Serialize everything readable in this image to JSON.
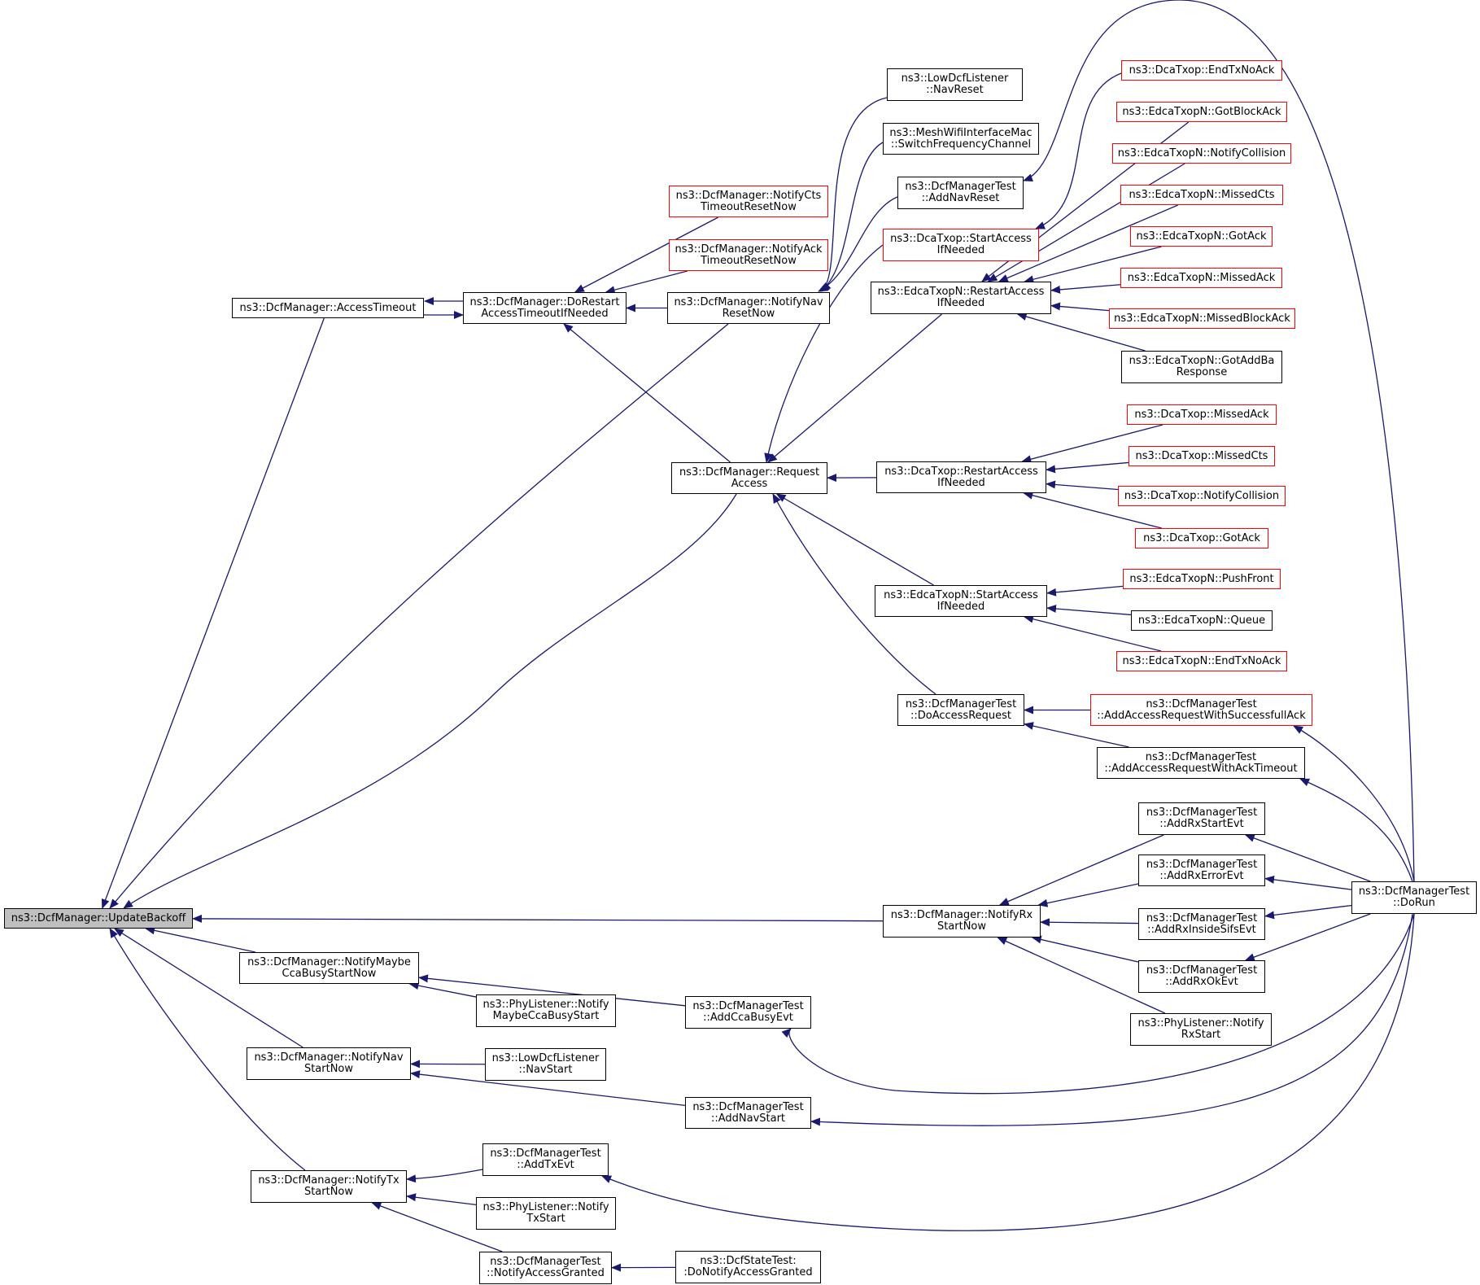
{
  "colors": {
    "edge": "#191970",
    "default_border": "#000000",
    "red_border": "#ff0000",
    "root_fill": "#bfbfbf",
    "background": "#ffffff"
  },
  "nodes": [
    {
      "id": "update-backoff",
      "label": "ns3::DcfManager::UpdateBackoff",
      "style": "root"
    },
    {
      "id": "access-timeout",
      "label": "ns3::DcfManager::AccessTimeout",
      "style": "black"
    },
    {
      "id": "do-restart",
      "label": "ns3::DcfManager::DoRestart\nAccessTimeoutIfNeeded",
      "style": "black"
    },
    {
      "id": "notify-cts-timeout",
      "label": "ns3::DcfManager::NotifyCts\nTimeoutResetNow",
      "style": "red"
    },
    {
      "id": "notify-ack-timeout",
      "label": "ns3::DcfManager::NotifyAck\nTimeoutResetNow",
      "style": "red"
    },
    {
      "id": "notify-nav-reset",
      "label": "ns3::DcfManager::NotifyNav\nResetNow",
      "style": "black"
    },
    {
      "id": "low-dcf-navreset",
      "label": "ns3::LowDcfListener\n::NavReset",
      "style": "black"
    },
    {
      "id": "mesh-switch",
      "label": "ns3::MeshWifiInterfaceMac\n::SwitchFrequencyChannel",
      "style": "black"
    },
    {
      "id": "test-add-nav-reset",
      "label": "ns3::DcfManagerTest\n::AddNavReset",
      "style": "black"
    },
    {
      "id": "dca-start-access",
      "label": "ns3::DcaTxop::StartAccess\nIfNeeded",
      "style": "red"
    },
    {
      "id": "edca-restart-access",
      "label": "ns3::EdcaTxopN::RestartAccess\nIfNeeded",
      "style": "black"
    },
    {
      "id": "dca-endtx-noack",
      "label": "ns3::DcaTxop::EndTxNoAck",
      "style": "red"
    },
    {
      "id": "edca-got-blockack",
      "label": "ns3::EdcaTxopN::GotBlockAck",
      "style": "red"
    },
    {
      "id": "edca-notify-collision",
      "label": "ns3::EdcaTxopN::NotifyCollision",
      "style": "red"
    },
    {
      "id": "edca-missed-cts",
      "label": "ns3::EdcaTxopN::MissedCts",
      "style": "red"
    },
    {
      "id": "edca-got-ack",
      "label": "ns3::EdcaTxopN::GotAck",
      "style": "red"
    },
    {
      "id": "edca-missed-ack",
      "label": "ns3::EdcaTxopN::MissedAck",
      "style": "red"
    },
    {
      "id": "edca-missed-blockack",
      "label": "ns3::EdcaTxopN::MissedBlockAck",
      "style": "red"
    },
    {
      "id": "edca-got-addba",
      "label": "ns3::EdcaTxopN::GotAddBa\nResponse",
      "style": "black"
    },
    {
      "id": "request-access",
      "label": "ns3::DcfManager::Request\nAccess",
      "style": "black"
    },
    {
      "id": "dca-restart-access",
      "label": "ns3::DcaTxop::RestartAccess\nIfNeeded",
      "style": "black"
    },
    {
      "id": "dca-missed-ack",
      "label": "ns3::DcaTxop::MissedAck",
      "style": "red"
    },
    {
      "id": "dca-missed-cts",
      "label": "ns3::DcaTxop::MissedCts",
      "style": "red"
    },
    {
      "id": "dca-notify-collision",
      "label": "ns3::DcaTxop::NotifyCollision",
      "style": "red"
    },
    {
      "id": "dca-got-ack",
      "label": "ns3::DcaTxop::GotAck",
      "style": "red"
    },
    {
      "id": "edca-start-access",
      "label": "ns3::EdcaTxopN::StartAccess\nIfNeeded",
      "style": "black"
    },
    {
      "id": "edca-push-front",
      "label": "ns3::EdcaTxopN::PushFront",
      "style": "red"
    },
    {
      "id": "edca-queue",
      "label": "ns3::EdcaTxopN::Queue",
      "style": "black"
    },
    {
      "id": "edca-endtx-noack",
      "label": "ns3::EdcaTxopN::EndTxNoAck",
      "style": "red"
    },
    {
      "id": "test-do-access-request",
      "label": "ns3::DcfManagerTest\n::DoAccessRequest",
      "style": "black"
    },
    {
      "id": "test-add-access-success",
      "label": "ns3::DcfManagerTest\n::AddAccessRequestWithSuccessfullAck",
      "style": "red"
    },
    {
      "id": "test-add-access-timeout",
      "label": "ns3::DcfManagerTest\n::AddAccessRequestWithAckTimeout",
      "style": "black"
    },
    {
      "id": "test-do-run",
      "label": "ns3::DcfManagerTest\n::DoRun",
      "style": "black"
    },
    {
      "id": "notify-rx-start",
      "label": "ns3::DcfManager::NotifyRx\nStartNow",
      "style": "black"
    },
    {
      "id": "test-add-rx-start",
      "label": "ns3::DcfManagerTest\n::AddRxStartEvt",
      "style": "black"
    },
    {
      "id": "test-add-rx-error",
      "label": "ns3::DcfManagerTest\n::AddRxErrorEvt",
      "style": "black"
    },
    {
      "id": "test-add-rx-sifs",
      "label": "ns3::DcfManagerTest\n::AddRxInsideSifsEvt",
      "style": "black"
    },
    {
      "id": "test-add-rx-ok",
      "label": "ns3::DcfManagerTest\n::AddRxOkEvt",
      "style": "black"
    },
    {
      "id": "phy-notify-rx-start",
      "label": "ns3::PhyListener::Notify\nRxStart",
      "style": "black"
    },
    {
      "id": "notify-maybe-cca",
      "label": "ns3::DcfManager::NotifyMaybe\nCcaBusyStartNow",
      "style": "black"
    },
    {
      "id": "phy-notify-maybe-cca",
      "label": "ns3::PhyListener::Notify\nMaybeCcaBusyStart",
      "style": "black"
    },
    {
      "id": "test-add-cca-busy",
      "label": "ns3::DcfManagerTest\n::AddCcaBusyEvt",
      "style": "black"
    },
    {
      "id": "notify-nav-start",
      "label": "ns3::DcfManager::NotifyNav\nStartNow",
      "style": "black"
    },
    {
      "id": "low-dcf-navstart",
      "label": "ns3::LowDcfListener\n::NavStart",
      "style": "black"
    },
    {
      "id": "test-add-nav-start",
      "label": "ns3::DcfManagerTest\n::AddNavStart",
      "style": "black"
    },
    {
      "id": "notify-tx-start",
      "label": "ns3::DcfManager::NotifyTx\nStartNow",
      "style": "black"
    },
    {
      "id": "test-add-tx-evt",
      "label": "ns3::DcfManagerTest\n::AddTxEvt",
      "style": "black"
    },
    {
      "id": "phy-notify-tx-start",
      "label": "ns3::PhyListener::Notify\nTxStart",
      "style": "black"
    },
    {
      "id": "test-notify-access-granted",
      "label": "ns3::DcfManagerTest\n::NotifyAccessGranted",
      "style": "black"
    },
    {
      "id": "dcfstate-do-notify",
      "label": "ns3::DcfStateTest:\n:DoNotifyAccessGranted",
      "style": "black"
    }
  ],
  "edges": [
    [
      "access-timeout",
      "update-backoff"
    ],
    [
      "notify-nav-reset",
      "update-backoff"
    ],
    [
      "request-access",
      "update-backoff"
    ],
    [
      "notify-rx-start",
      "update-backoff"
    ],
    [
      "notify-maybe-cca",
      "update-backoff"
    ],
    [
      "notify-nav-start",
      "update-backoff"
    ],
    [
      "notify-tx-start",
      "update-backoff"
    ],
    [
      "do-restart",
      "access-timeout"
    ],
    [
      "access-timeout",
      "do-restart"
    ],
    [
      "notify-cts-timeout",
      "do-restart"
    ],
    [
      "notify-ack-timeout",
      "do-restart"
    ],
    [
      "notify-nav-reset",
      "do-restart"
    ],
    [
      "request-access",
      "do-restart"
    ],
    [
      "low-dcf-navreset",
      "notify-nav-reset"
    ],
    [
      "mesh-switch",
      "notify-nav-reset"
    ],
    [
      "test-add-nav-reset",
      "notify-nav-reset"
    ],
    [
      "test-do-run",
      "test-add-nav-reset"
    ],
    [
      "dca-start-access",
      "request-access"
    ],
    [
      "edca-restart-access",
      "request-access"
    ],
    [
      "dca-restart-access",
      "request-access"
    ],
    [
      "edca-start-access",
      "request-access"
    ],
    [
      "test-do-access-request",
      "request-access"
    ],
    [
      "dca-endtx-noack",
      "dca-start-access"
    ],
    [
      "edca-got-blockack",
      "edca-restart-access"
    ],
    [
      "edca-notify-collision",
      "edca-restart-access"
    ],
    [
      "edca-missed-cts",
      "edca-restart-access"
    ],
    [
      "edca-got-ack",
      "edca-restart-access"
    ],
    [
      "edca-missed-ack",
      "edca-restart-access"
    ],
    [
      "edca-missed-blockack",
      "edca-restart-access"
    ],
    [
      "edca-got-addba",
      "edca-restart-access"
    ],
    [
      "dca-missed-ack",
      "dca-restart-access"
    ],
    [
      "dca-missed-cts",
      "dca-restart-access"
    ],
    [
      "dca-notify-collision",
      "dca-restart-access"
    ],
    [
      "dca-got-ack",
      "dca-restart-access"
    ],
    [
      "edca-push-front",
      "edca-start-access"
    ],
    [
      "edca-queue",
      "edca-start-access"
    ],
    [
      "edca-endtx-noack",
      "edca-start-access"
    ],
    [
      "test-add-access-success",
      "test-do-access-request"
    ],
    [
      "test-add-access-timeout",
      "test-do-access-request"
    ],
    [
      "test-do-run",
      "test-add-access-success"
    ],
    [
      "test-do-run",
      "test-add-access-timeout"
    ],
    [
      "test-add-rx-start",
      "notify-rx-start"
    ],
    [
      "test-add-rx-error",
      "notify-rx-start"
    ],
    [
      "test-add-rx-sifs",
      "notify-rx-start"
    ],
    [
      "test-add-rx-ok",
      "notify-rx-start"
    ],
    [
      "phy-notify-rx-start",
      "notify-rx-start"
    ],
    [
      "test-do-run",
      "test-add-rx-start"
    ],
    [
      "test-do-run",
      "test-add-rx-error"
    ],
    [
      "test-do-run",
      "test-add-rx-sifs"
    ],
    [
      "test-do-run",
      "test-add-rx-ok"
    ],
    [
      "phy-notify-maybe-cca",
      "notify-maybe-cca"
    ],
    [
      "test-add-cca-busy",
      "notify-maybe-cca"
    ],
    [
      "test-do-run",
      "test-add-cca-busy"
    ],
    [
      "low-dcf-navstart",
      "notify-nav-start"
    ],
    [
      "test-add-nav-start",
      "notify-nav-start"
    ],
    [
      "test-do-run",
      "test-add-nav-start"
    ],
    [
      "test-add-tx-evt",
      "notify-tx-start"
    ],
    [
      "phy-notify-tx-start",
      "notify-tx-start"
    ],
    [
      "test-notify-access-granted",
      "notify-tx-start"
    ],
    [
      "test-do-run",
      "test-add-tx-evt"
    ],
    [
      "dcfstate-do-notify",
      "test-notify-access-granted"
    ]
  ]
}
